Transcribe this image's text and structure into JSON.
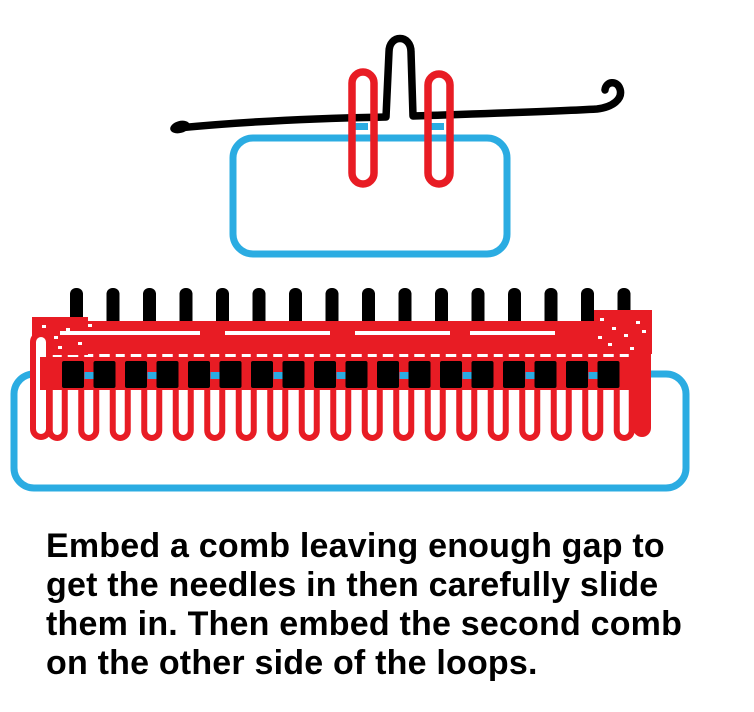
{
  "colors": {
    "red": "#e81c24",
    "blue": "#2bace2",
    "ink": "#000000",
    "background": "#ffffff"
  },
  "figure": {
    "top_teeth_count": 16,
    "comb_teeth_count": 19,
    "stitch_count": 18
  },
  "caption": {
    "lines": [
      "Embed a comb leaving enough gap to",
      "get the needles in then carefully slide",
      "them in. Then embed the second comb",
      "on the other side of the loops."
    ]
  }
}
